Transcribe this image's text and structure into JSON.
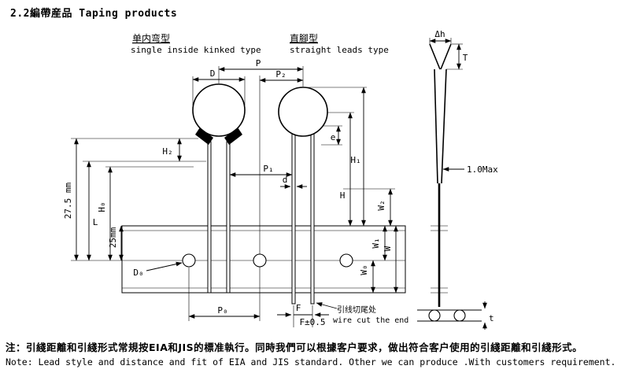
{
  "page": {
    "heading": "2.2編帶産品 Taping products",
    "note_cn": "注：引綫距離和引綫形式常規按EIA和JIS的標准執行。同時我們可以根據客户要求，做出符合客户使用的引綫距離和引綫形式。",
    "note_en": "Note: Lead style and distance and fit of EIA and JIS standard. Other we can produce .With customers requirement."
  },
  "diagram": {
    "left_type": {
      "cn": "单内弯型",
      "en": "single inside kinked type"
    },
    "right_type": {
      "cn": "直腳型",
      "en": "straight leads type"
    },
    "wire_cut": {
      "cn": "引线切尾处",
      "en": "wire cut the end"
    },
    "dims": {
      "P": "P",
      "P2": "P₂",
      "D": "D",
      "H2": "H₂",
      "P1": "P₁",
      "d": "d",
      "e": "e",
      "H1": "H₁",
      "H": "H",
      "H0": "H₀",
      "L": "L",
      "len275": "27.5 mm",
      "len25": "25mm",
      "W2": "W₂",
      "W1": "W₁",
      "W": "W",
      "W0": "W₀",
      "D0": "D₀",
      "P0": "P₀",
      "F": "F",
      "F_tol": "F±0.5",
      "T": "T",
      "dh": "Δh",
      "max10": "1.0Max",
      "t": "t"
    },
    "colors": {
      "ink": "#000000",
      "background": "#ffffff"
    }
  }
}
